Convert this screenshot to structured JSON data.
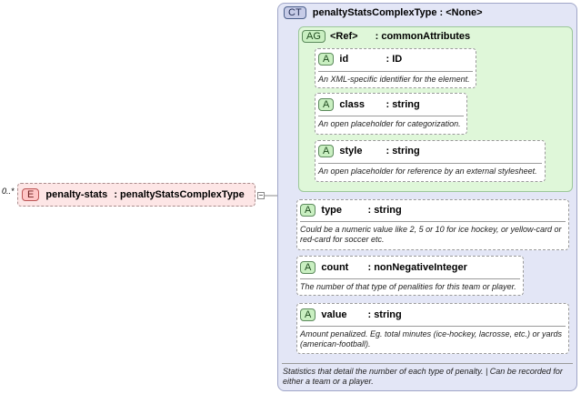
{
  "complex_type": {
    "badge": "CT",
    "title": "penaltyStatsComplexType : <None>",
    "documentation": "Statistics that detail the number of each type of penalty. | Can be recorded for either a team or a player."
  },
  "attribute_group": {
    "badge": "AG",
    "name": "<Ref>",
    "type": ": commonAttributes",
    "attributes": [
      {
        "badge": "A",
        "name": "id",
        "type": ": ID",
        "description": "An XML-specific identifier for the element."
      },
      {
        "badge": "A",
        "name": "class",
        "type": ": string",
        "description": "An open placeholder for categorization."
      },
      {
        "badge": "A",
        "name": "style",
        "type": ": string",
        "description": "An open placeholder for reference by an external stylesheet."
      }
    ]
  },
  "attributes": [
    {
      "badge": "A",
      "name": "type",
      "type": ": string",
      "description": "Could be a numeric value like 2, 5 or 10 for ice hockey, or yellow-card or red-card for soccer etc."
    },
    {
      "badge": "A",
      "name": "count",
      "type": ": nonNegativeInteger",
      "description": "The number of that type of penalities for this team or player."
    },
    {
      "badge": "A",
      "name": "value",
      "type": ": string",
      "description": "Amount penalized. Eg. total minutes (ice-hockey, lacrosse, etc.) or yards (american-football)."
    }
  ],
  "element": {
    "badge": "E",
    "occurs": "0..*",
    "name": "penalty-stats",
    "type": ": penaltyStatsComplexType",
    "collapse": "−"
  }
}
